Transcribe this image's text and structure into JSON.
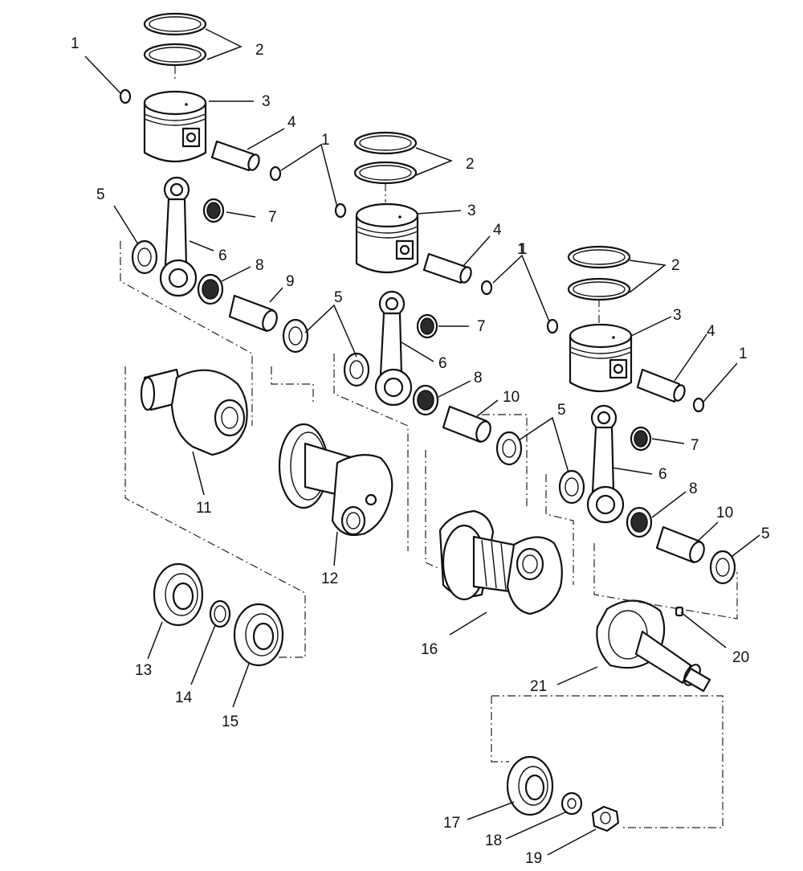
{
  "callouts": {
    "piston_1": {
      "c1": "1",
      "c2": "2",
      "c3": "3",
      "c4": "4",
      "c1b": "1",
      "c5": "5",
      "c6": "6",
      "c7": "7",
      "c8": "8",
      "c9": "9"
    },
    "piston_2": {
      "c2": "2",
      "c3": "3",
      "c4": "4",
      "c1": "1",
      "c5": "5",
      "c6": "6",
      "c7": "7",
      "c8": "8",
      "c10": "10"
    },
    "piston_3": {
      "c2": "2",
      "c3": "3",
      "c4": "4",
      "c1": "1",
      "c1b": "1",
      "c5": "5",
      "c6": "6",
      "c7": "7",
      "c8": "8",
      "c10": "10",
      "c5b": "5"
    },
    "crank": {
      "c11": "11",
      "c12": "12",
      "c16": "16",
      "c20": "20",
      "c21": "21"
    },
    "bearings": {
      "c13": "13",
      "c14": "14",
      "c15": "15",
      "c17": "17",
      "c18": "18",
      "c19": "19"
    }
  }
}
